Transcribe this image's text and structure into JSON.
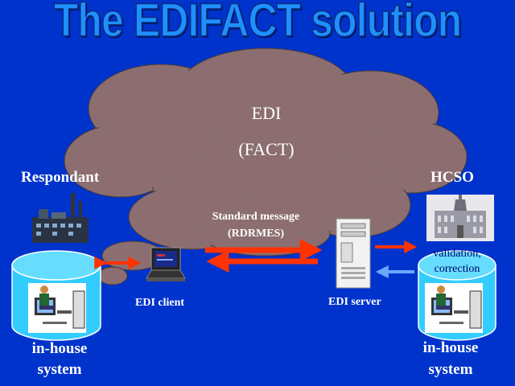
{
  "title": "The EDIFACT solution",
  "cloud": {
    "line1": "EDI",
    "line2": "(FACT)"
  },
  "respondent_label": "Respondant",
  "hcso_label": "HCSO",
  "message": {
    "line1": "Standard message",
    "line2": "(RDRMES)"
  },
  "edi_client_label": "EDI client",
  "edi_server_label": "EDI server",
  "validation": {
    "line1": "validation,",
    "line2": "correction"
  },
  "inhouse_left": {
    "line1": "in-house",
    "line2": "system"
  },
  "inhouse_right": {
    "line1": "in-house",
    "line2": "system"
  },
  "colors": {
    "background": "#0033cc",
    "cloud": "#8c6e70",
    "cylinder": "#33ccff",
    "arrow_red": "#ff3300",
    "arrow_blue": "#66aaff"
  }
}
